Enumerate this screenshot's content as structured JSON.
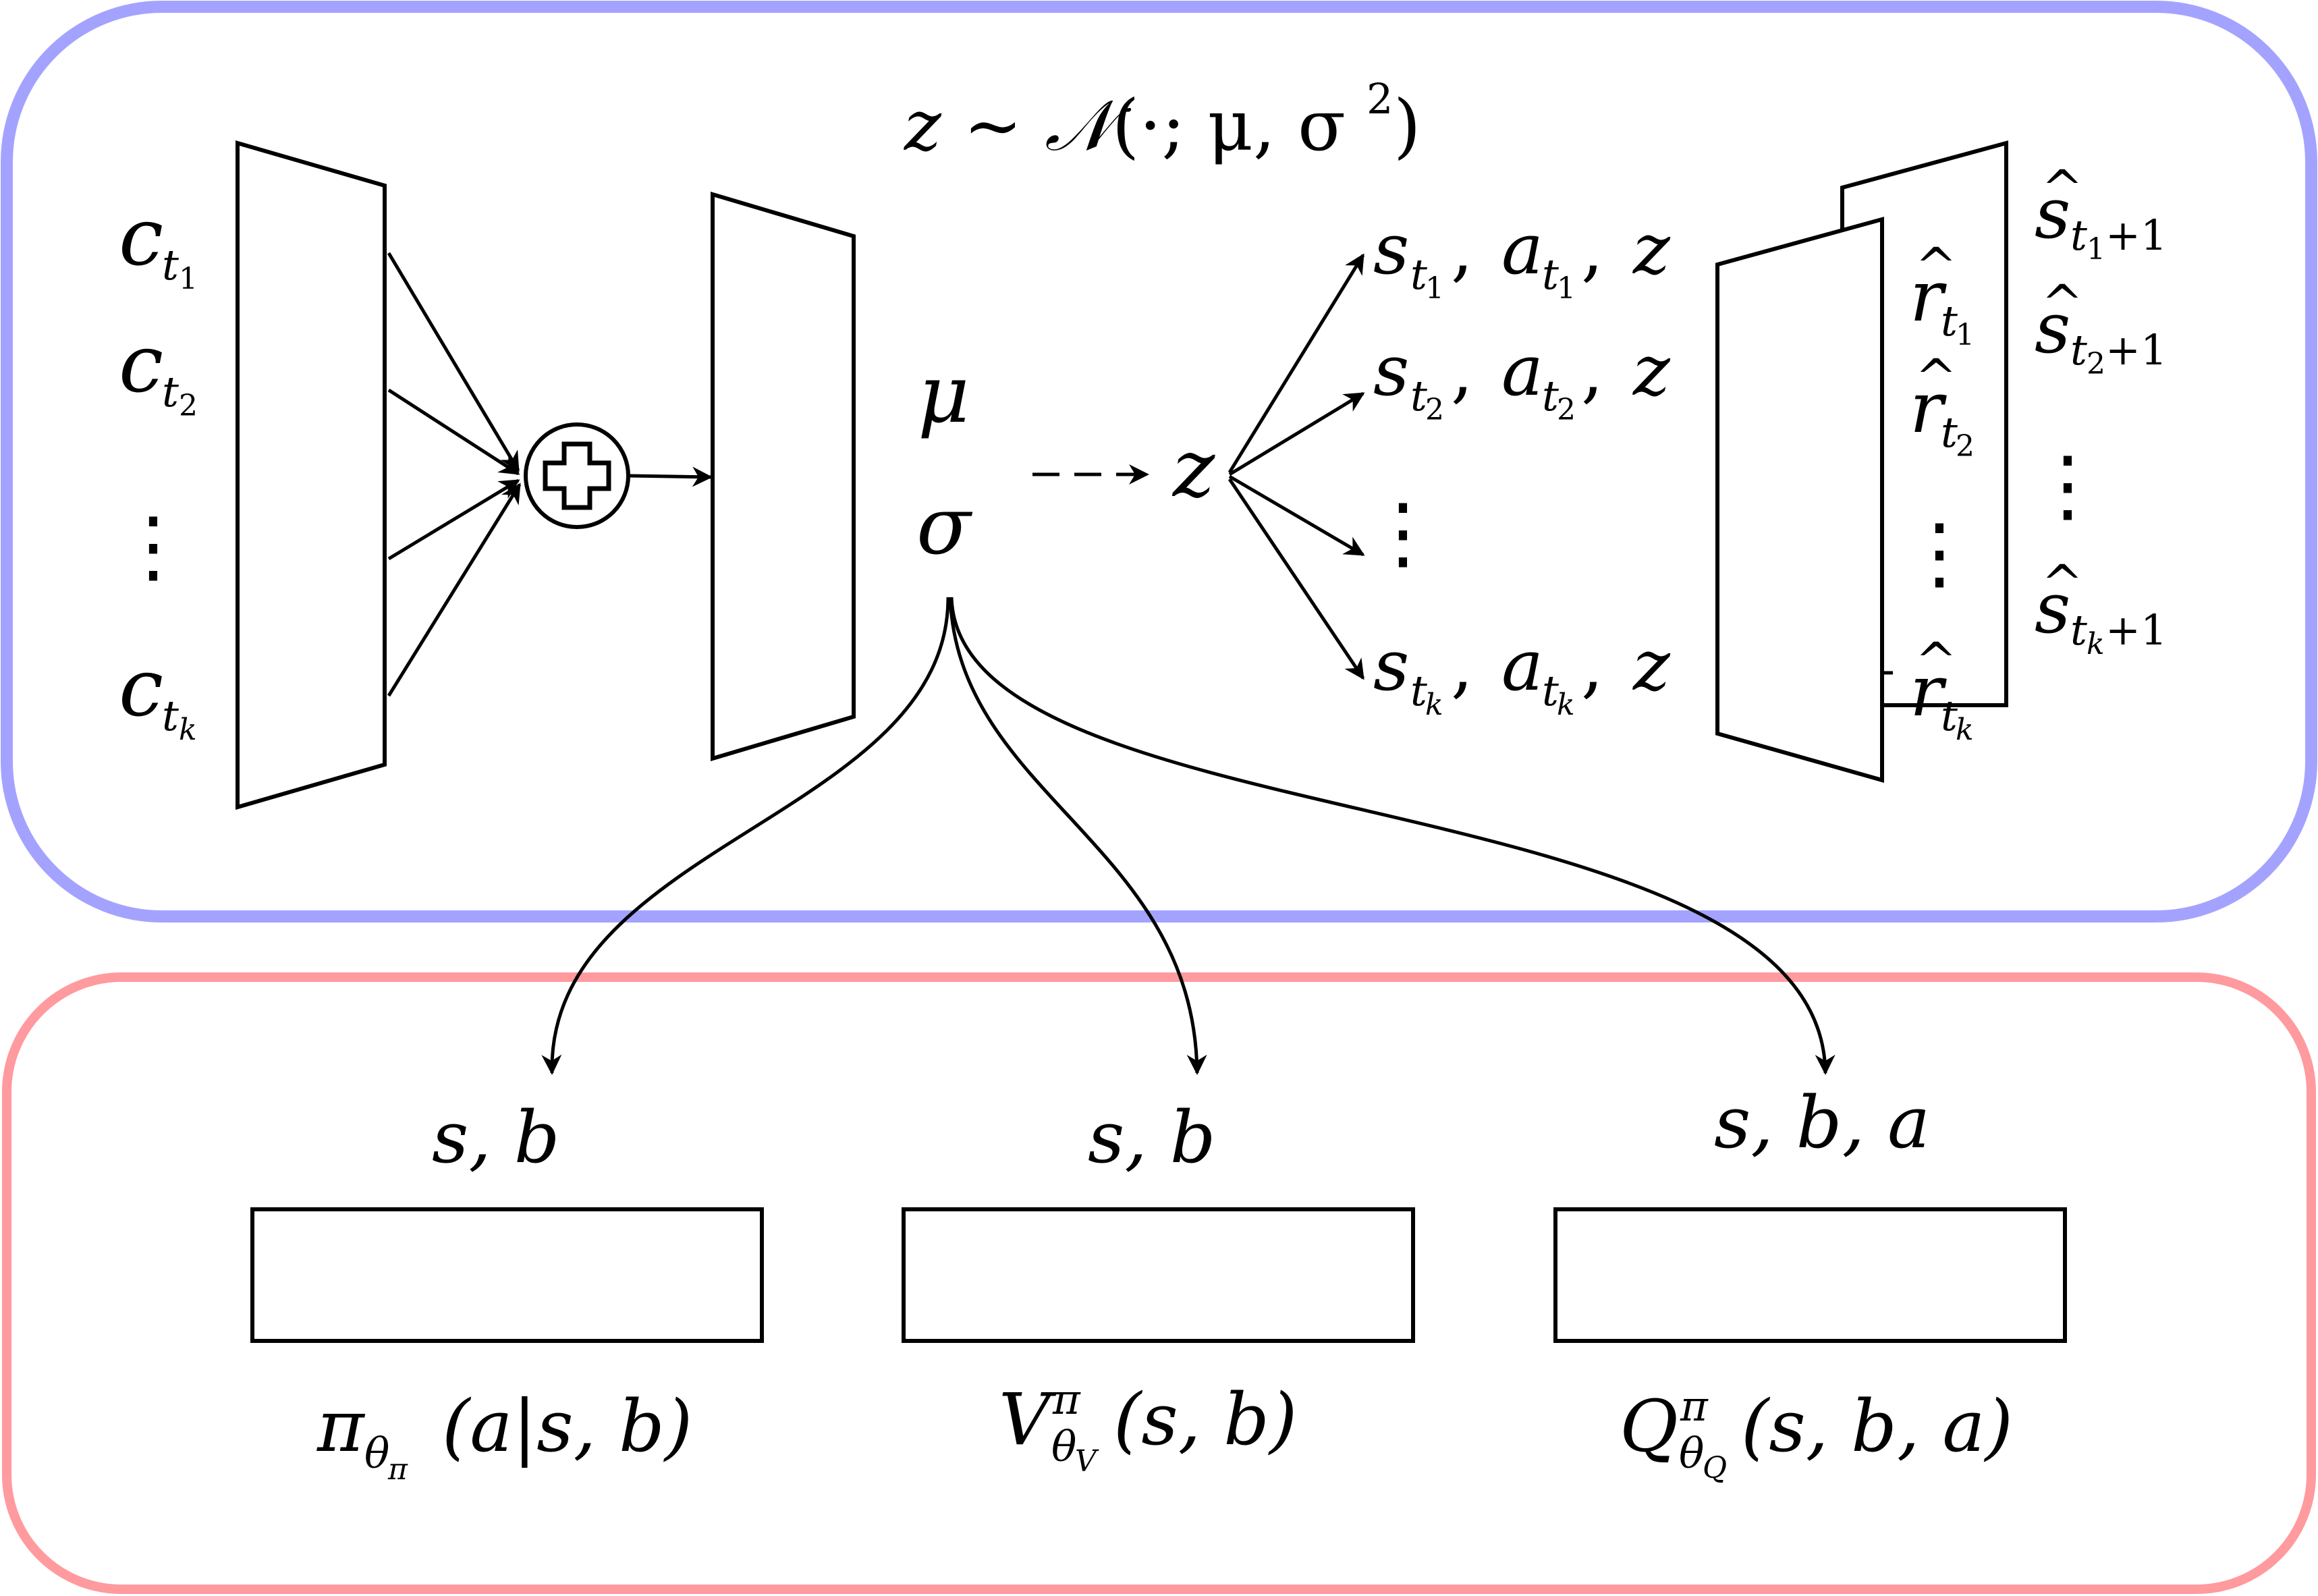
{
  "encoder": {
    "inputs": [
      {
        "symbol": "c",
        "subscript": "t",
        "index": "1"
      },
      {
        "symbol": "c",
        "subscript": "t",
        "index": "2"
      },
      {
        "symbol": "c",
        "subscript": "t",
        "index": "k"
      }
    ],
    "ellipsis": "⋮",
    "aggregator_symbol": "+"
  },
  "latent": {
    "prior_lhs": "z ∼ ",
    "prior_dist": "𝒩",
    "prior_args": "(·; μ, σ",
    "prior_power": "2",
    "prior_close": ")",
    "mu": "μ",
    "sigma": "σ",
    "z": "z"
  },
  "decoder": {
    "inputs": [
      {
        "s": "s",
        "a": "a",
        "t": "t",
        "index": "1",
        "z": "z"
      },
      {
        "s": "s",
        "a": "a",
        "t": "t",
        "index": "2",
        "z": "z"
      },
      {
        "s": "s",
        "a": "a",
        "t": "t",
        "index": "k",
        "z": "z"
      }
    ],
    "ellipsis": "⋮",
    "reward_outputs": [
      {
        "hat": "^",
        "symbol": "r",
        "t": "t",
        "index": "1"
      },
      {
        "hat": "^",
        "symbol": "r",
        "t": "t",
        "index": "2"
      },
      {
        "hat": "^",
        "symbol": "r",
        "t": "t",
        "index": "k"
      }
    ],
    "state_outputs": [
      {
        "hat": "^",
        "symbol": "s",
        "t": "t",
        "index": "1",
        "suffix": "+1"
      },
      {
        "hat": "^",
        "symbol": "s",
        "t": "t",
        "index": "2",
        "suffix": "+1"
      },
      {
        "hat": "^",
        "symbol": "s",
        "t": "t",
        "index": "k",
        "suffix": "+1"
      }
    ],
    "reward_ellipsis": "⋮",
    "state_ellipsis": "⋮"
  },
  "heads": [
    {
      "inputs": "s, b",
      "fn": "π",
      "sub": "θ",
      "subsub": "π",
      "sup": "",
      "args": "(a|s, b)"
    },
    {
      "inputs": "s, b",
      "fn": "V",
      "sub": "θ",
      "subsub": "V",
      "sup": "π",
      "args": "(s, b)"
    },
    {
      "inputs": "s, b, a",
      "fn": "Q",
      "sub": "θ",
      "subsub": "Q",
      "sup": "π",
      "args": "(s, b, a)"
    }
  ],
  "colors": {
    "top_panel_border": "#a3a3ff",
    "bottom_panel_border": "#ff9a9e",
    "stroke": "#000000"
  }
}
